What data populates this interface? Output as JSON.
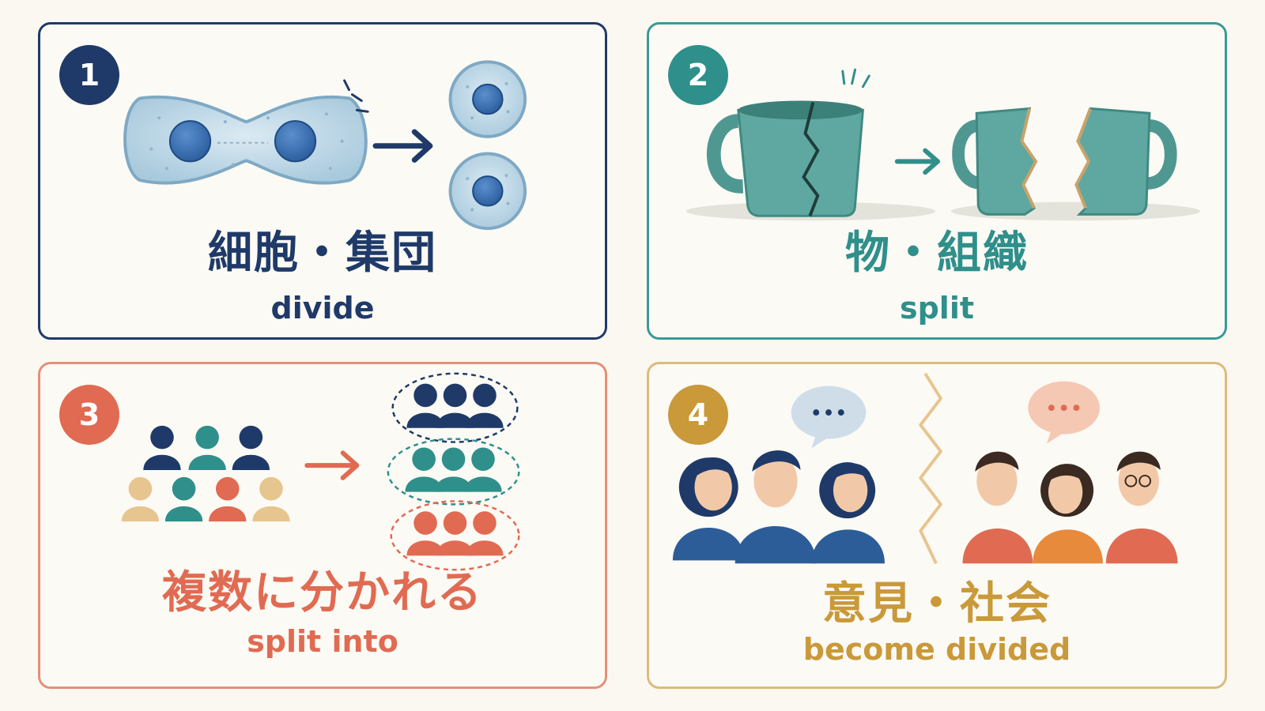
{
  "colors": {
    "navy": "#1f3a68",
    "teal": "#2f8f8b",
    "coral": "#e06b52",
    "gold": "#c9993a",
    "background": "#fbf8f2"
  },
  "panels": [
    {
      "number": "1",
      "title_jp": "細胞・集団",
      "title_en": "divide",
      "accent": "#1f3a68",
      "icons": [
        "dividing-cell-icon",
        "arrow-right-icon",
        "cell-icon",
        "cell-icon"
      ]
    },
    {
      "number": "2",
      "title_jp": "物・組織",
      "title_en": "split",
      "accent": "#2f8f8b",
      "icons": [
        "cracked-mug-icon",
        "arrow-right-icon",
        "broken-mug-half-icon",
        "broken-mug-half-icon"
      ]
    },
    {
      "number": "3",
      "title_jp": "複数に分かれる",
      "title_en": "split into",
      "accent": "#e06b52",
      "icons": [
        "group-of-people-icon",
        "arrow-right-icon",
        "subgroup-icon",
        "subgroup-icon",
        "subgroup-icon"
      ]
    },
    {
      "number": "4",
      "title_jp": "意見・社会",
      "title_en": "become divided",
      "accent": "#c9993a",
      "icons": [
        "speech-bubble-icon",
        "people-group-left-icon",
        "zigzag-divider-icon",
        "speech-bubble-icon",
        "people-group-right-icon"
      ]
    }
  ]
}
